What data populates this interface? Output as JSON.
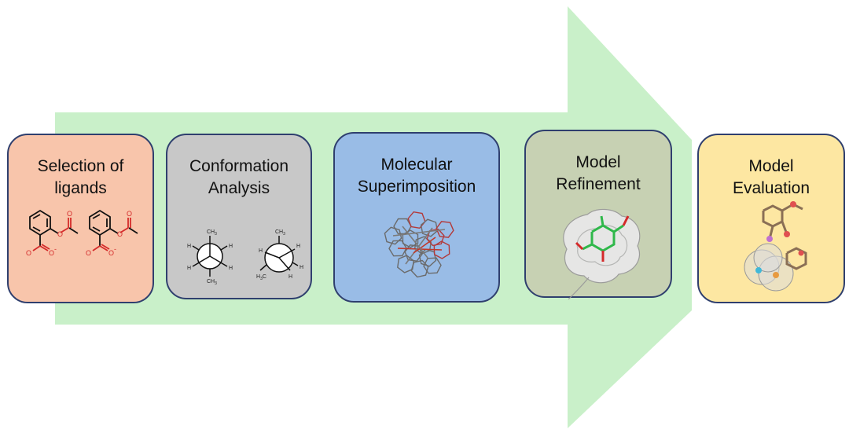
{
  "colors": {
    "arrow": "#c9f0c9",
    "border": "#2f3f6e",
    "stage_selection": "#f8c5ab",
    "stage_conformation": "#c8c8c8",
    "stage_superimposition": "#99bce6",
    "stage_refinement": "#c7d1b3",
    "stage_evaluation": "#fde7a2",
    "bond_black": "#111111",
    "bond_red": "#d42a2a",
    "bond_green": "#2fb84a"
  },
  "stages": [
    {
      "title": "Selection of\nligands",
      "color": "#f8c5ab"
    },
    {
      "title": "Conformation\nAnalysis",
      "color": "#c8c8c8"
    },
    {
      "title": "Molecular\nSuperimposition",
      "color": "#99bce6"
    },
    {
      "title": "Model\nRefinement",
      "color": "#c7d1b3"
    },
    {
      "title": "Model\nEvaluation",
      "color": "#fde7a2"
    }
  ],
  "ligands": {
    "ester_oxygen": "O",
    "carbonyl_oxygen": "O",
    "carboxylate": "O",
    "charge": "-"
  },
  "newman": {
    "methyl": "CH",
    "methyl_sub": "3",
    "hydrogen": "H",
    "methyl_left": "H",
    "methyl_left_sub": "3",
    "methyl_left_c": "C"
  }
}
